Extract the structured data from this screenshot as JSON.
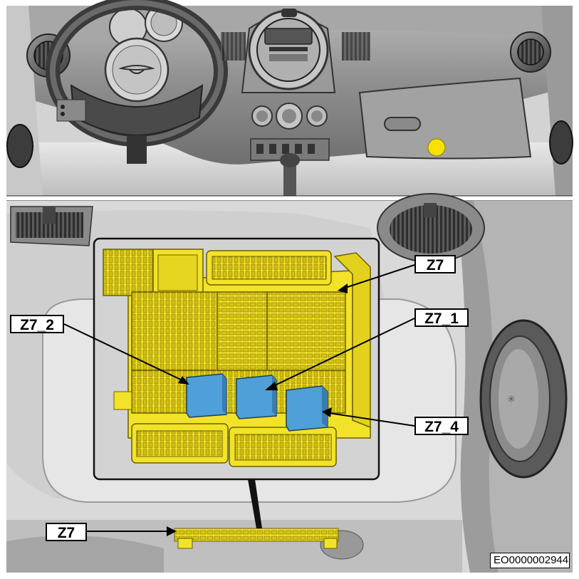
{
  "labels": {
    "z7_top": "Z7",
    "z7_1": "Z7_1",
    "z7_2": "Z7_2",
    "z7_4": "Z7_4",
    "z7_bottom": "Z7"
  },
  "reference_code": "EO0000002944",
  "colors": {
    "fuse_box": "#f2e32a",
    "relay": "#4f9fd8",
    "locator_dot": "#f7e100",
    "inset_bg": "#d6d6d6"
  }
}
